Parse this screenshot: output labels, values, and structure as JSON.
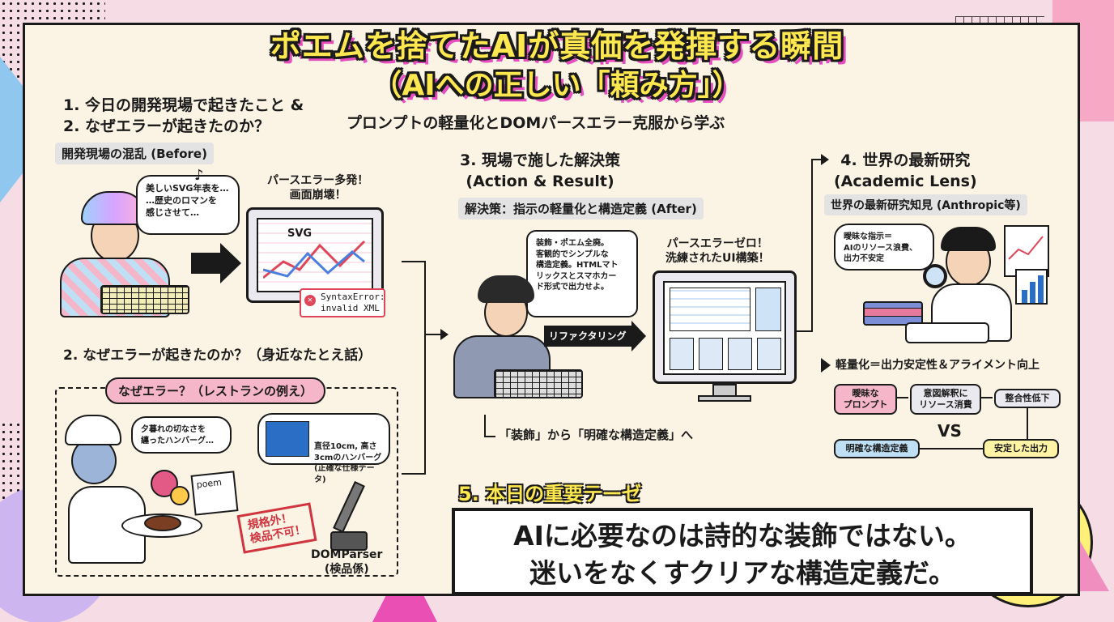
{
  "title": {
    "line1": "ポエムを捨てたAIが真価を発揮する瞬間",
    "line2": "（AIへの正しい「頼み方」）",
    "subtitle": "プロンプトの軽量化とDOMパースエラー克服から学ぶ"
  },
  "section1": {
    "heading_line1": "1. 今日の開発現場で起きたこと &",
    "heading_line2": "2. なぜエラーが起きたのか？",
    "tag": "開発現場の混乱 (Before)",
    "bubble": "美しいSVG年表を…\n…歴史のロマンを\n感じさせて…",
    "caption_line1": "パースエラー多発！",
    "caption_line2": "画面崩壊！",
    "svg_label": "SVG",
    "error_line1": "SyntaxError:",
    "error_line2": "invalid XML"
  },
  "section2": {
    "heading": "2. なぜエラーが起きたのか？（身近なたとえ話）",
    "frame_title": "なぜエラー？（レストランの例え）",
    "chef_bubble": "夕暮れの切なさを\n纏ったハンバーグ…",
    "spec_bubble": "直径10cm, 高さ\n3cmのハンバーグ\n(正確な仕様データ)",
    "poem_label": "poem",
    "stamp_line1": "規格外！",
    "stamp_line2": "検品不可！",
    "robot_label_line1": "DOMParser",
    "robot_label_line2": "(検品係)"
  },
  "section3": {
    "heading_line1": "3. 現場で施した解決策",
    "heading_line2": "(Action & Result)",
    "tag": "解決策：指示の軽量化と構造定義 (After)",
    "bubble": "装飾・ポエム全廃。\n客観的でシンプルな\n構造定義。HTMLマト\nリックスとスマホカー\nド形式で出力せよ。",
    "refactor_label": "リファクタリング",
    "caption_line1": "パースエラーゼロ！",
    "caption_line2": "洗練されたUI構築！",
    "bottom_note": "「装飾」から「明確な構造定義」へ"
  },
  "section4": {
    "heading_line1": "4. 世界の最新研究",
    "heading_line2": "(Academic Lens)",
    "tag": "世界の最新研究知見 (Anthropic等)",
    "bubble": "曖昧な指示＝\nAIのリソース浪費、\n出力不安定",
    "conclusion": "軽量化＝出力安定性＆アライメント向上",
    "flow": {
      "vague": "曖昧な\nプロンプト",
      "waste": "意図解釈に\nリソース消費",
      "drop": "整合性低下",
      "vs": "VS",
      "clear": "明確な構造定義",
      "stable": "安定した出力"
    }
  },
  "section5": {
    "heading": "5. 本日の重要テーゼ",
    "thesis_line1": "AIに必要なのは詩的な装飾ではない。",
    "thesis_line2": "迷いをなくすクリアな構造定義だ。"
  },
  "colors": {
    "panel": "#fbf3e4",
    "title_fill": "#ffe84f",
    "title_shadow": "#e64dbf",
    "accent_pink": "#f4b6c8",
    "accent_blue": "#bfe0f4",
    "accent_yellow": "#fff3a6"
  }
}
